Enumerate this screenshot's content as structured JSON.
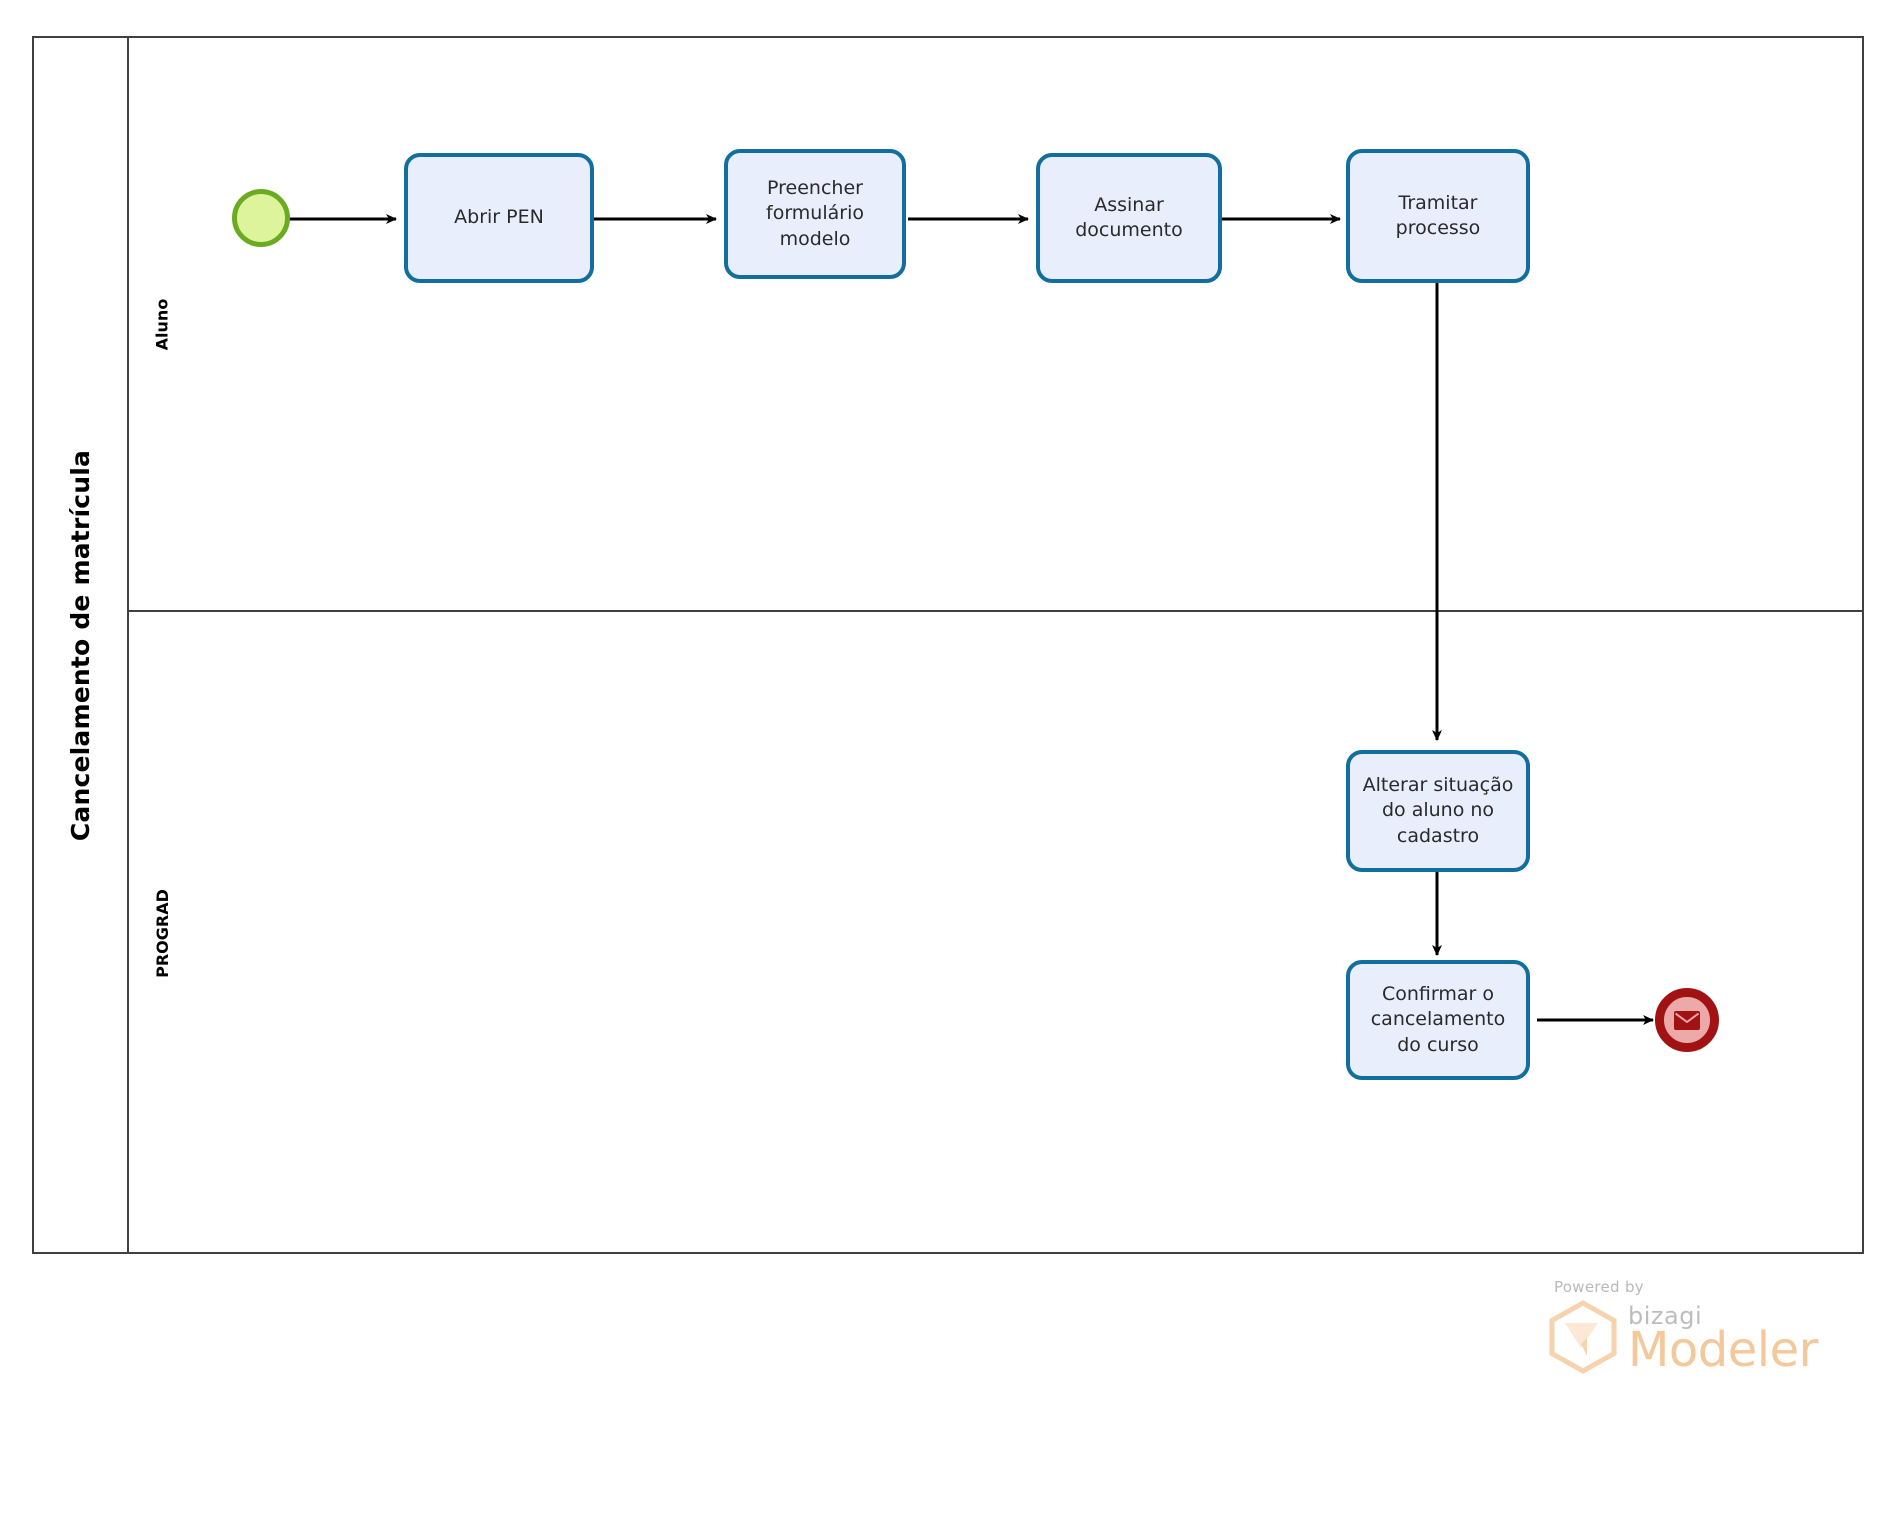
{
  "pool": {
    "title": "Cancelamento de matrícula",
    "lanes": [
      {
        "id": "aluno",
        "label": "Aluno"
      },
      {
        "id": "prograd",
        "label": "PROGRAD"
      }
    ]
  },
  "elements": {
    "start_event": {
      "name": "start-event",
      "type": "start-none-event"
    },
    "task_abrir_pen": {
      "label": "Abrir PEN"
    },
    "task_preencher": {
      "label": "Preencher formulário modelo"
    },
    "task_assinar": {
      "label": "Assinar documento"
    },
    "task_tramitar": {
      "label": "Tramitar processo"
    },
    "task_alterar": {
      "label": "Alterar situação do aluno no cadastro"
    },
    "task_confirmar": {
      "label": "Confirmar o cancelamento do curso"
    },
    "end_event": {
      "name": "end-message-event",
      "type": "end-message-event"
    }
  },
  "flows": [
    {
      "from": "start-event",
      "to": "task-abrir-pen"
    },
    {
      "from": "task-abrir-pen",
      "to": "task-preencher-formulario-modelo"
    },
    {
      "from": "task-preencher-formulario-modelo",
      "to": "task-assinar-documento"
    },
    {
      "from": "task-assinar-documento",
      "to": "task-tramitar-processo"
    },
    {
      "from": "task-tramitar-processo",
      "to": "task-alterar-situacao-do-aluno-no-cadastro"
    },
    {
      "from": "task-alterar-situacao-do-aluno-no-cadastro",
      "to": "task-confirmar-o-cancelamento-do-curso"
    },
    {
      "from": "task-confirmar-o-cancelamento-do-curso",
      "to": "end-message-event"
    }
  ],
  "branding": {
    "powered_by": "Powered by",
    "brand": "bizagi",
    "product": "Modeler"
  },
  "colors": {
    "task_fill": "#e9eefc",
    "task_border": "#126e9e",
    "start_fill": "#ddf49c",
    "start_border": "#6aab21",
    "end_fill": "#eba9a9",
    "end_border": "#a31212",
    "pool_border": "#404040",
    "connector": "#000000",
    "brand_orange": "#f3c89b"
  }
}
